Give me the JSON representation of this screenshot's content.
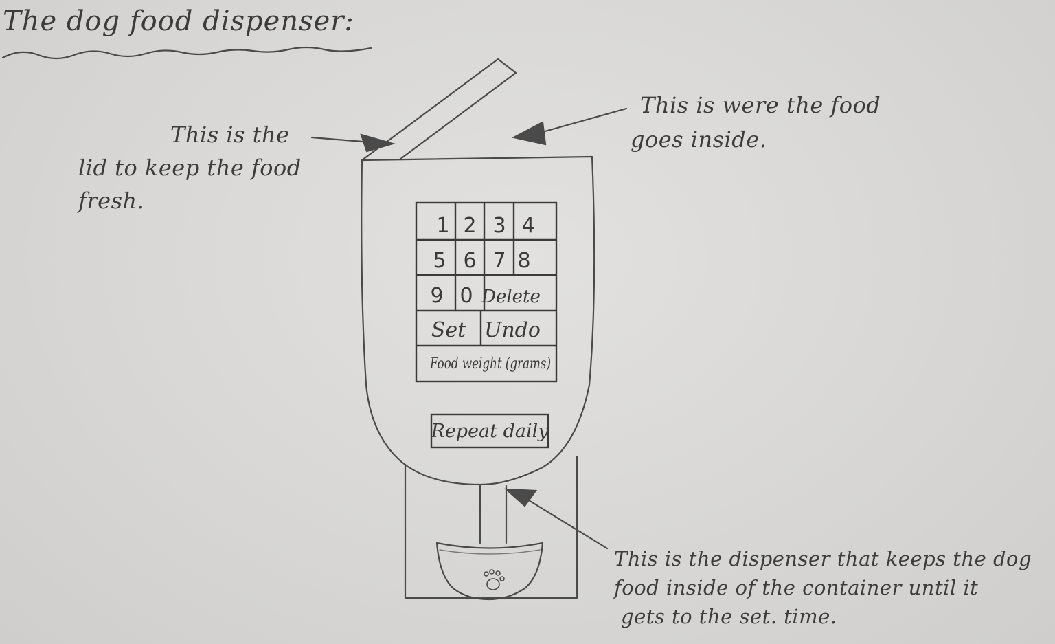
{
  "title": "The dog food dispenser:",
  "annotations": {
    "lid": [
      "This is the",
      "lid to keep the food",
      "fresh."
    ],
    "food": [
      "This is were the food",
      "goes inside."
    ],
    "dispenser": [
      "This is the dispenser that keeps the dog",
      "food inside of the container until it",
      "gets to the set. time."
    ]
  },
  "keypad": {
    "row1": [
      "1",
      "2",
      "3",
      "4"
    ],
    "row2": [
      "5",
      "6",
      "7",
      "8"
    ],
    "row3": [
      "9",
      "0",
      "Delete"
    ],
    "row4": [
      "Set",
      "Undo"
    ],
    "label": "Food weight (grams)"
  },
  "repeat_button": "Repeat daily",
  "bowl_icon": "paw-icon"
}
